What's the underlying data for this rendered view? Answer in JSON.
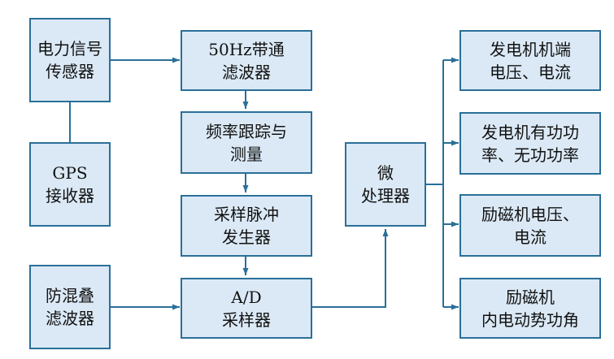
{
  "colors": {
    "box_fill": "#dbe9f6",
    "box_border": "#2a6f98",
    "line": "#2a6f98",
    "text": "#111111"
  },
  "blocks": {
    "power_sensor": "电力信号\n传感器",
    "gps": "GPS\n接收器",
    "anti_alias": "防混叠\n滤波器",
    "bandpass": "50Hz带通\n滤波器",
    "freq_track": "频率跟踪与\n测量",
    "pulse_gen": "采样脉冲\n发生器",
    "ad_sampler": "A/D\n采样器",
    "mcu": "微\n处理器",
    "gen_terminal": "发电机机端\n电压、电流",
    "gen_power": "发电机有功功\n率、无功功率",
    "exciter": "励磁机电压、\n电流",
    "emf_angle": "励磁机\n内电动势功角"
  }
}
